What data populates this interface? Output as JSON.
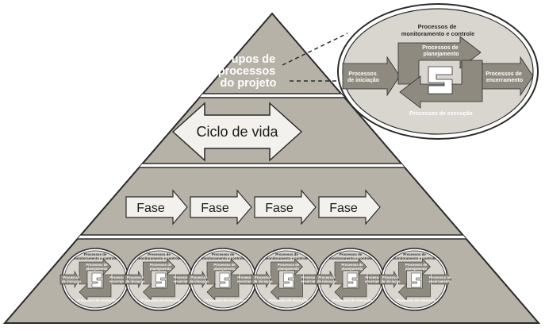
{
  "pyramid": {
    "top_label_lines": [
      "Grupos de",
      "processos",
      "do projeto"
    ],
    "lifecycle_label": "Ciclo de vida",
    "phase_labels": [
      "Fase",
      "Fase",
      "Fase",
      "Fase"
    ]
  },
  "process_group": {
    "monitoring": "Processos de monitoramento e controle",
    "monitoring_lines": [
      "Processos de",
      "monitoramento e controle"
    ],
    "planning_lines": [
      "Processos de",
      "planejamento"
    ],
    "initiation_lines": [
      "Processos",
      "de iniciação"
    ],
    "closing_lines": [
      "Processos de",
      "encerramento"
    ],
    "execution": "Processos de execução"
  },
  "mini_cycle": {
    "monitoring_lines": [
      "Processos de",
      "monitoramento e controle"
    ],
    "planning_lines": [
      "Processos de",
      "planejamento"
    ],
    "initiation_lines": [
      "Processos",
      "de iniciação"
    ],
    "closing_lines": [
      "Processos de",
      "encerramento"
    ],
    "execution": "Processos de execução",
    "count": 6
  },
  "colors": {
    "pyramid_fill": "#b7b2a7",
    "outline": "#2b2b2b",
    "arrow_fill": "#f2f1ed",
    "cycle_dark": "#8e8a80",
    "cycle_light": "#d9d6cf"
  }
}
